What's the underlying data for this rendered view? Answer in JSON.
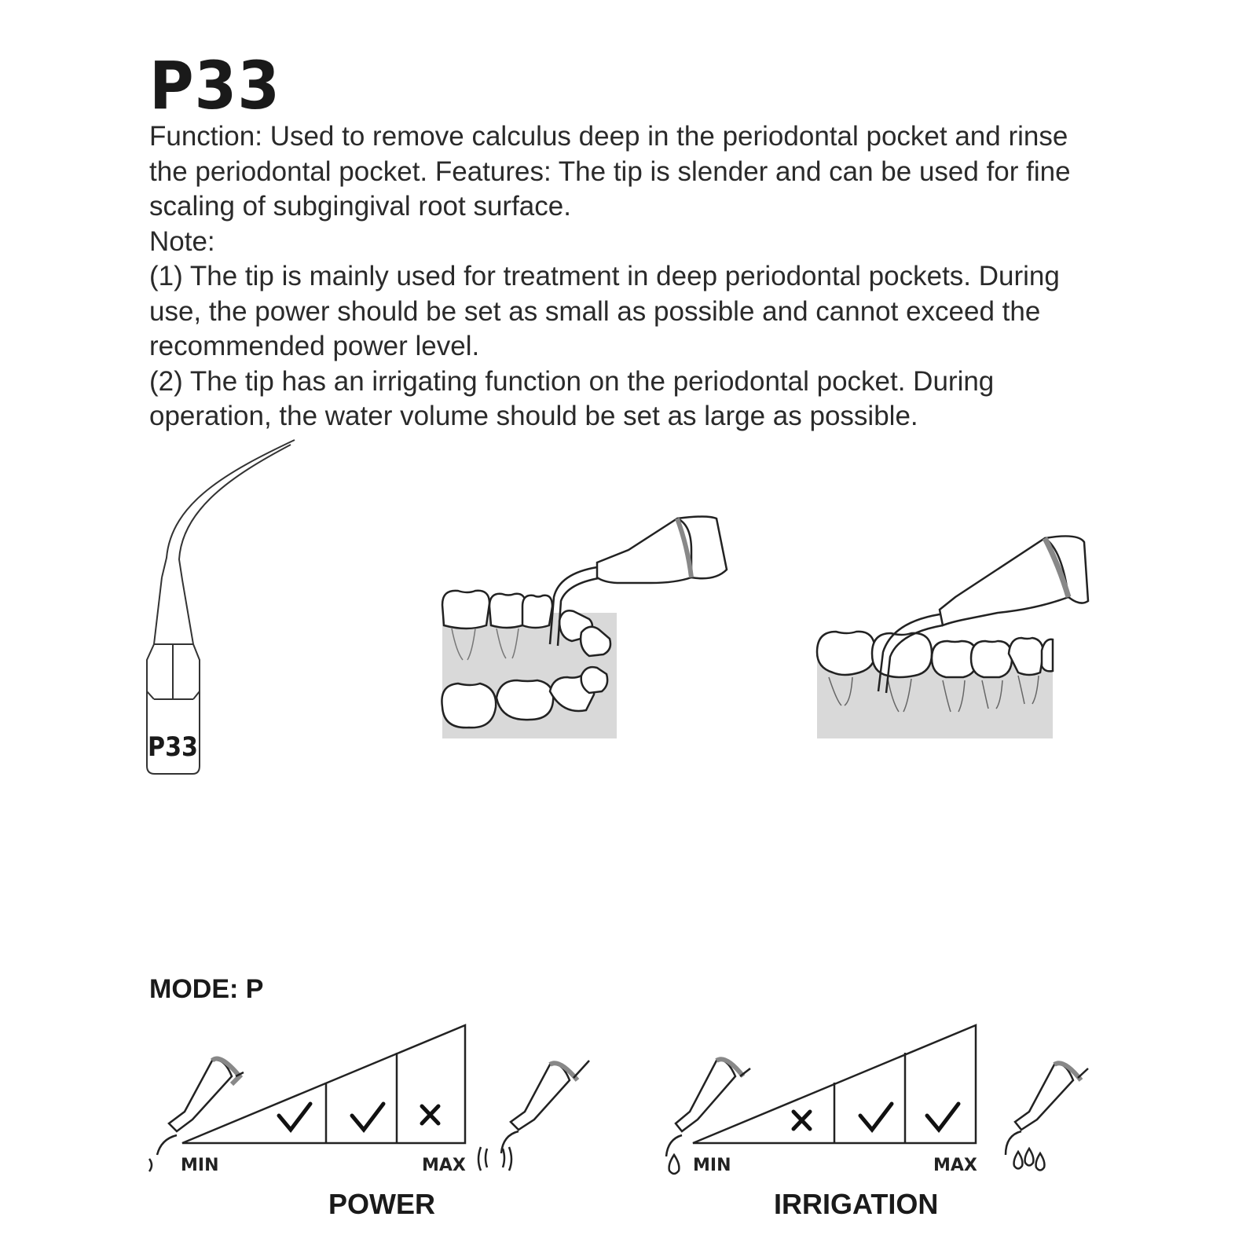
{
  "title": "P33",
  "paragraphs": [
    "Function: Used to remove calculus deep in the periodontal pocket and rinse the periodontal pocket. Features: The tip is slender and can be used for fine scaling of subgingival root surface.",
    "Note:",
    "(1) The tip is mainly used for treatment in deep periodontal pockets. During use, the power should be set as small as possible and cannot exceed the recommended power level.",
    "(2) The tip has an irrigating function on the periodontal pocket. During operation, the water volume should be set as large as possible."
  ],
  "tip_label": "P33",
  "mode_label": "MODE: P",
  "power": {
    "title": "POWER",
    "min_label": "MIN",
    "max_label": "MAX",
    "levels": [
      "allowed",
      "allowed",
      "not-allowed"
    ]
  },
  "irrigation": {
    "title": "IRRIGATION",
    "min_label": "MIN",
    "max_label": "MAX",
    "levels": [
      "not-allowed",
      "allowed",
      "allowed"
    ]
  }
}
